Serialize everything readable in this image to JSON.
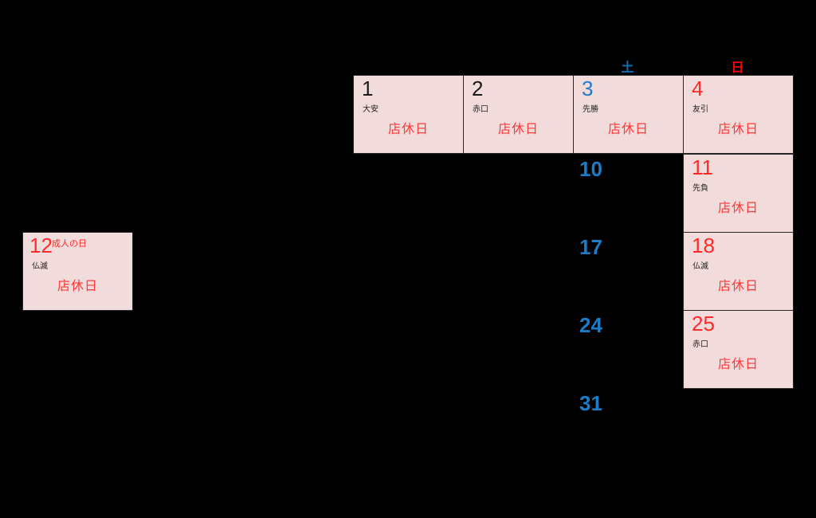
{
  "calendar": {
    "weekday_headers": [
      {
        "label": "土"
      },
      {
        "label": "日"
      }
    ],
    "closed_cells": [
      {
        "day": "1",
        "rokuyo": "大安",
        "status": "店休日"
      },
      {
        "day": "2",
        "rokuyo": "赤口",
        "status": "店休日"
      },
      {
        "day": "3",
        "rokuyo": "先勝",
        "status": "店休日"
      },
      {
        "day": "4",
        "rokuyo": "友引",
        "status": "店休日"
      },
      {
        "day": "11",
        "rokuyo": "先負",
        "status": "店休日"
      },
      {
        "day": "12",
        "holiday": "成人の日",
        "rokuyo": "仏滅",
        "status": "店休日"
      },
      {
        "day": "18",
        "rokuyo": "仏滅",
        "status": "店休日"
      },
      {
        "day": "25",
        "rokuyo": "赤口",
        "status": "店休日"
      }
    ],
    "saturday_dates": [
      {
        "day": "10"
      },
      {
        "day": "17"
      },
      {
        "day": "24"
      },
      {
        "day": "31"
      }
    ],
    "colors": {
      "background": "#000000",
      "cell_background": "#F2DCDB",
      "cell_border": "#262626",
      "closed_red": "#FF3838",
      "date_red": "#FF2A2A",
      "date_dark": "#1A1A1A",
      "date_blue": "#1B7CC8",
      "saturday_header_blue": "#0C73C2",
      "sunday_header_red": "#FF0000"
    }
  }
}
